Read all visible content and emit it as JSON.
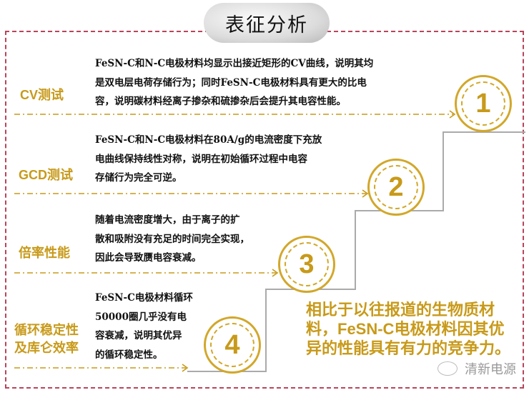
{
  "title": "表征分析",
  "rows": [
    {
      "label": "CV测试",
      "number": "1",
      "lines": [
        "FeSN-C和N-C电极材料均显示出接近矩形的CV曲线，说明其均",
        "是双电层电荷存储行为；同时FeSN-C电极材料具有更大的比电",
        "容，说明碳材料经离子掺杂和硫掺杂后会提升其电容性能。"
      ]
    },
    {
      "label": "GCD测试",
      "number": "2",
      "lines": [
        "FeSN-C和N-C电极材料在80A/g的电流密度下充放",
        "电曲线保持线性对称，说明在初始循环过程中电容",
        "存储行为完全可逆。"
      ]
    },
    {
      "label": "倍率性能",
      "number": "3",
      "lines": [
        "随着电流密度增大，由于离子的扩",
        "散和吸附没有充足的时间完全实现，",
        "因此会导致赝电容衰减。"
      ]
    },
    {
      "label_lines": [
        "循环稳定性",
        "及库仑效率"
      ],
      "number": "4",
      "lines": [
        "FeSN-C电极材料循环",
        "50000圈几乎没有电",
        "容衰减，说明其优异",
        "的循环稳定性。"
      ]
    }
  ],
  "summary": [
    "相比于以往报道的生物质材",
    "料，FeSN-C电极材料因其优",
    "异的性能具有有力的竞争力。"
  ],
  "watermark": "清新电源",
  "colors": {
    "gold": "#c89a1a",
    "border": "#b8455a"
  }
}
